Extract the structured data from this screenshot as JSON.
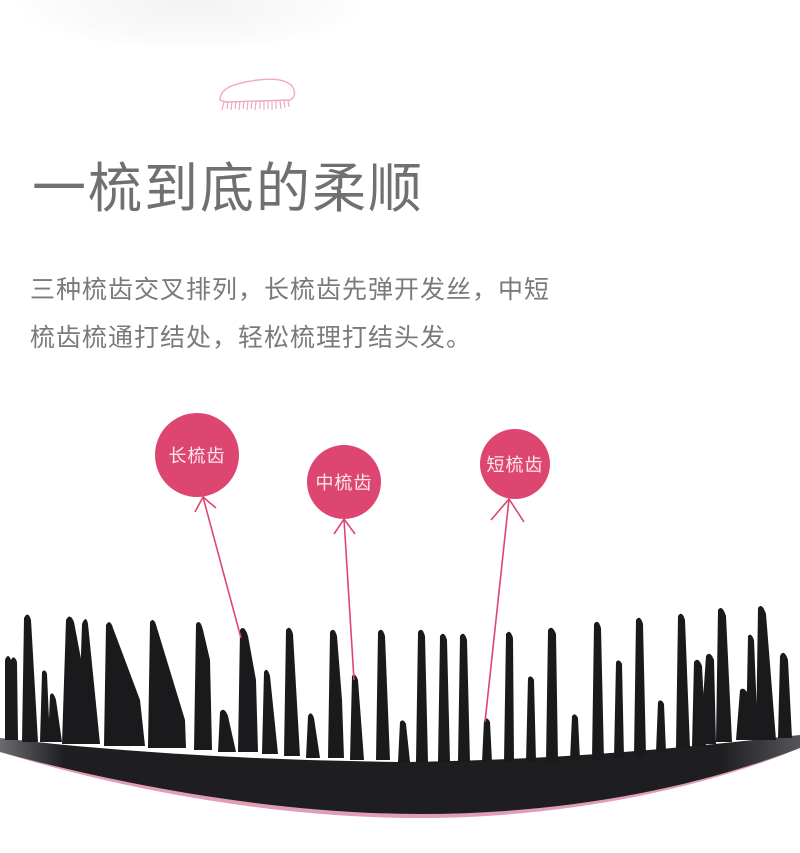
{
  "header": {
    "icon": "hairbrush-outline-icon",
    "title": "一梳到底的柔顺"
  },
  "description": {
    "lines": [
      "三种梳齿交叉排列，长梳齿先弹开发丝，中短",
      "梳齿梳通打结处，轻松梳理打结头发。"
    ]
  },
  "callouts": [
    {
      "label": "长梳齿",
      "color": "#de4672"
    },
    {
      "label": "中梳齿",
      "color": "#de4672"
    },
    {
      "label": "短梳齿",
      "color": "#de4672"
    }
  ],
  "colors": {
    "accent": "#de4672",
    "title_text": "#707070",
    "body_text": "#7a7a7a",
    "brush": "#1a1a1c",
    "icon_outline": "#f2a9be"
  }
}
